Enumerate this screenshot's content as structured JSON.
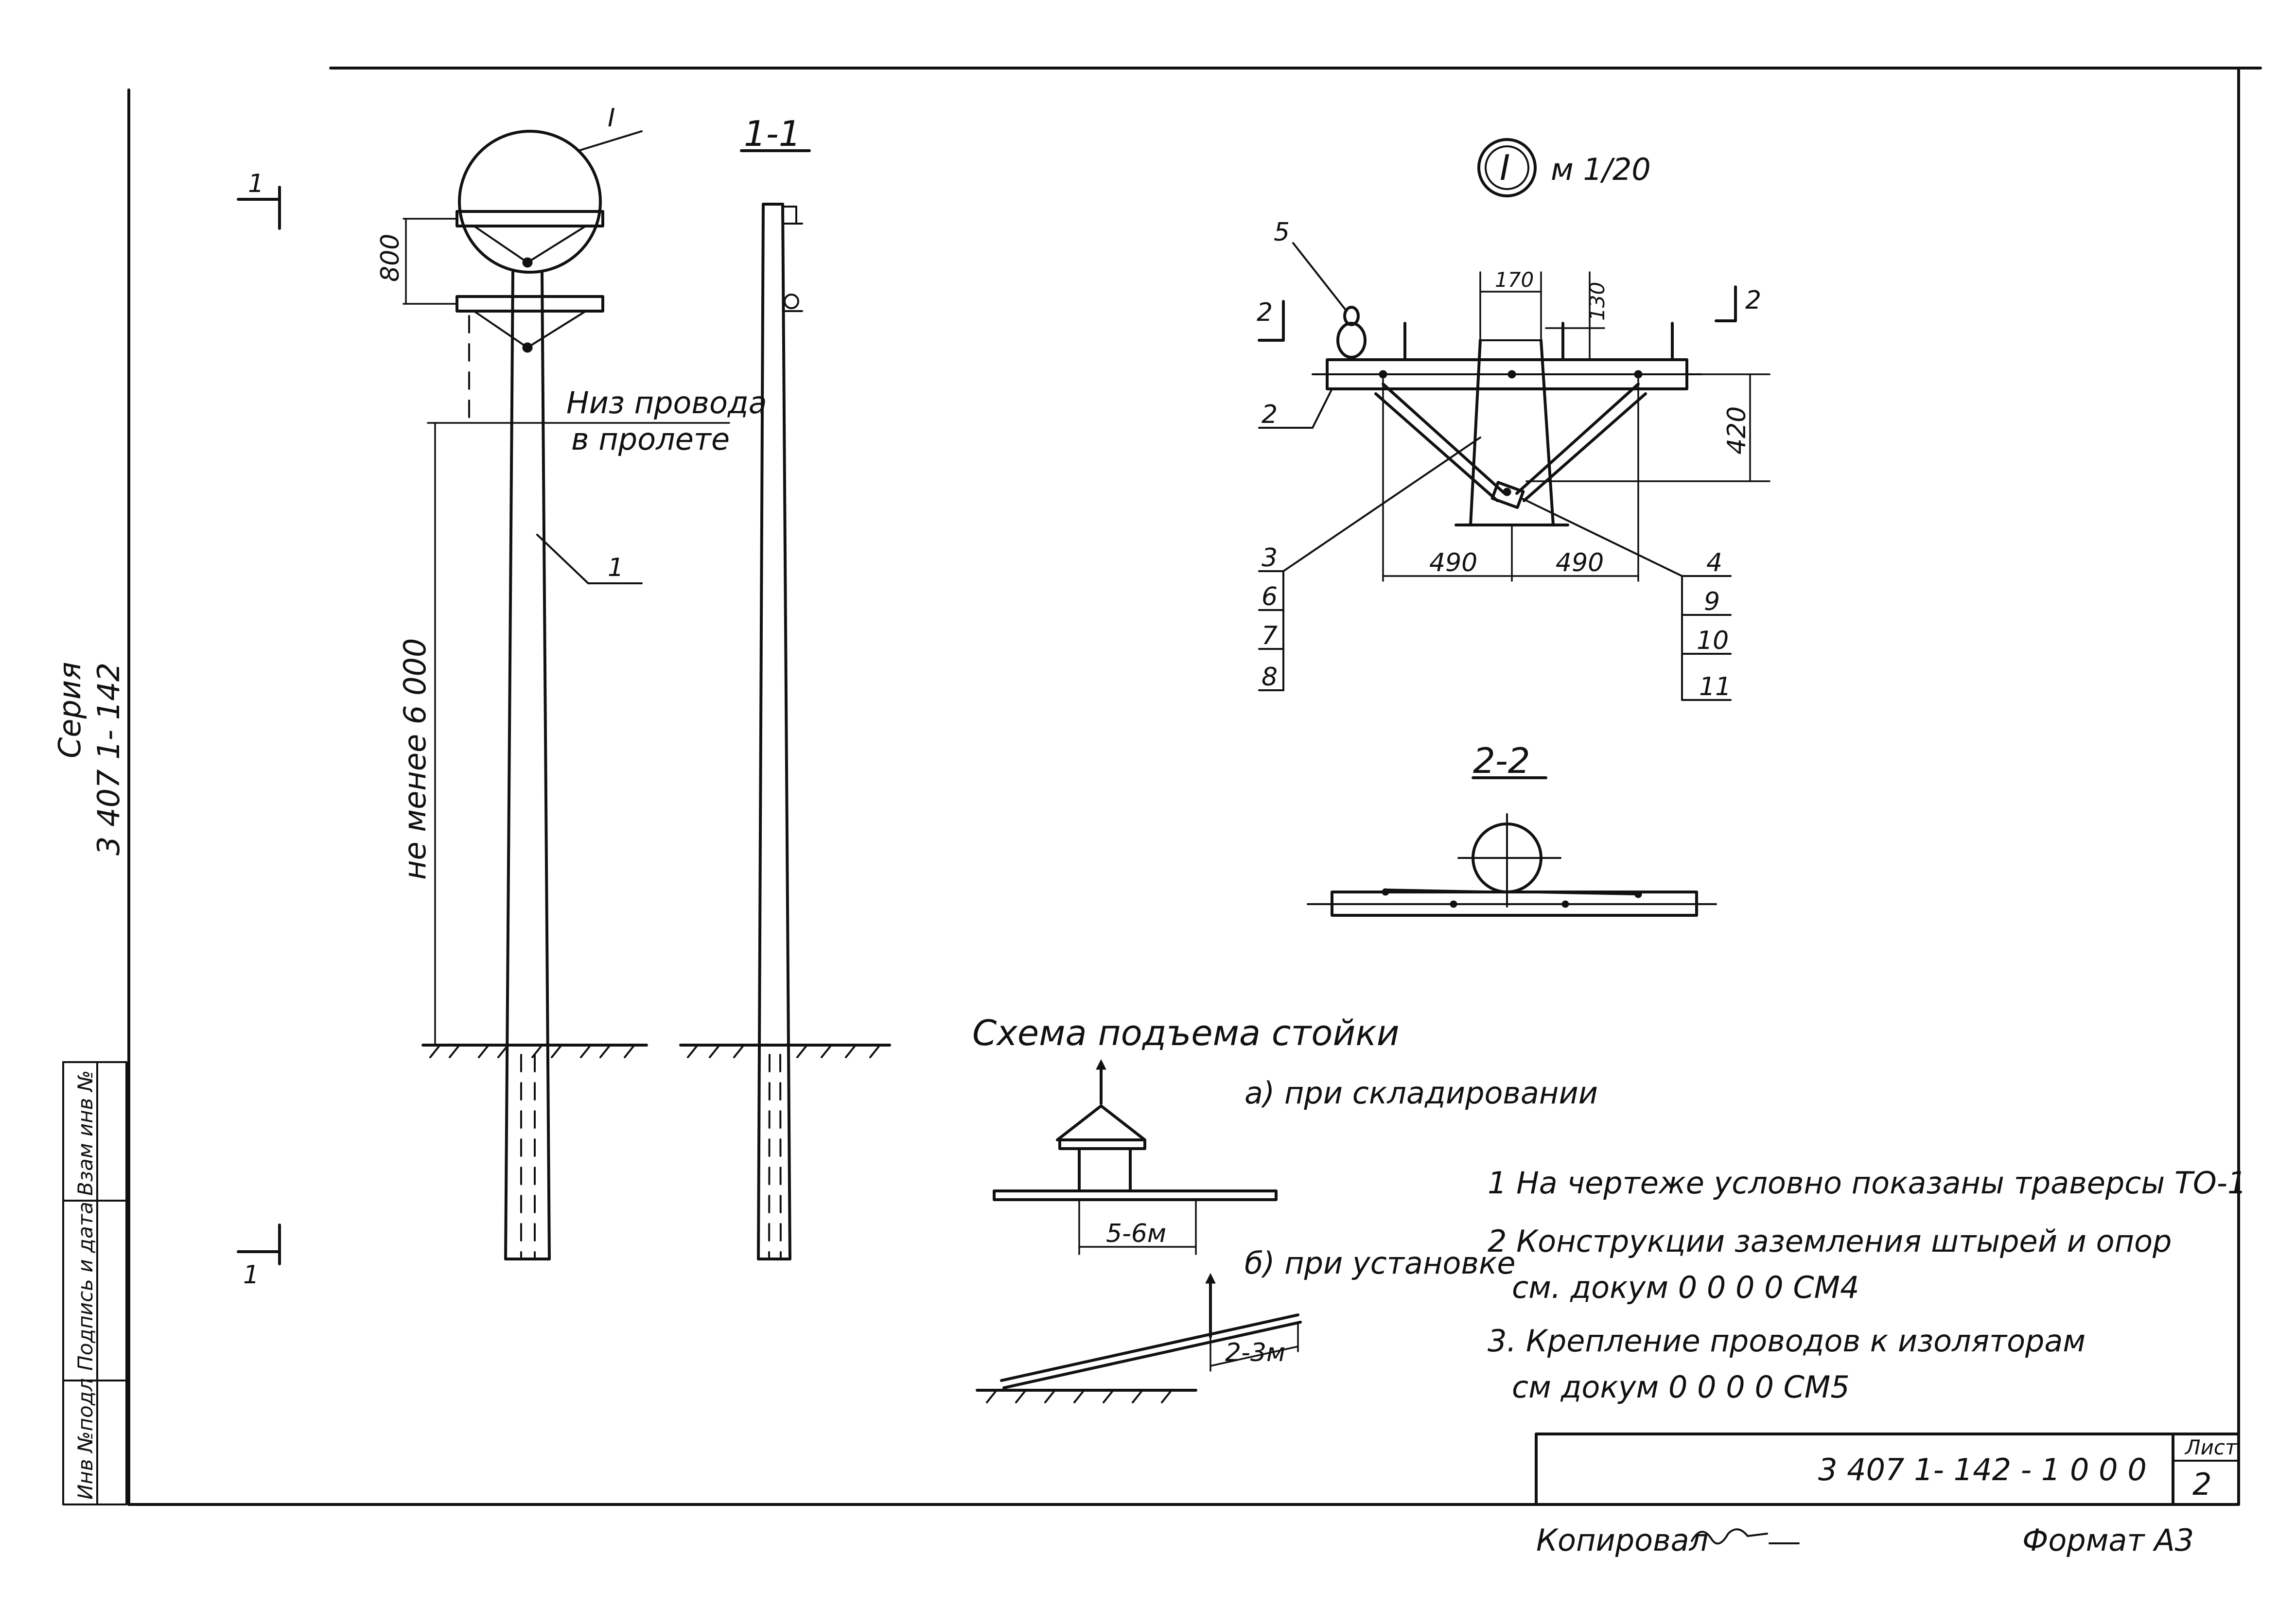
{
  "series_label": {
    "line1": "Серия",
    "line2": "3 407 1- 142"
  },
  "stamp_cells": [
    "Инв №подл",
    "Подпись и дата",
    "Взам инв №"
  ],
  "elevation": {
    "section_mark": "1",
    "section_title": "1-1",
    "callout_detail": "I",
    "dim_crossarm": "800",
    "wire_label_line1": "Низ провода",
    "wire_label_line2": "в пролете",
    "dim_height": "не менее 6 000",
    "pole_label": "1"
  },
  "detail_I": {
    "mark": "I",
    "scale": "м 1/20",
    "section_mark": "2",
    "dim_170": "170",
    "dim_130": "130",
    "dim_420": "420",
    "dim_490_left": "490",
    "dim_490_right": "490",
    "labels_left": [
      "5",
      "2",
      "3",
      "6",
      "7",
      "8"
    ],
    "labels_right": [
      "4",
      "9",
      "10",
      "11"
    ]
  },
  "section_2_2": {
    "title": "2-2"
  },
  "lifting": {
    "title": "Схема подъема стойки",
    "a_label": "а) при складировании",
    "a_dim": "5-6м",
    "b_label": "б) при установке",
    "b_dim": "2-3м"
  },
  "notes": [
    {
      "line1": "1  На чертеже условно показаны траверсы ТО-1"
    },
    {
      "line1": "2  Конструкции заземления штырей и опор",
      "line2": "см. докум  0 0 0 0 СМ4"
    },
    {
      "line1": "3.  Крепление проводов к изоляторам",
      "line2": "см докум  0 0 0 0 СМ5"
    }
  ],
  "title_block": {
    "doc_number": "3 407 1- 142 - 1 0 0 0",
    "sheet_label": "Лист",
    "sheet_number": "2"
  },
  "footer": {
    "copied": "Копировал",
    "format": "Формат А3"
  }
}
